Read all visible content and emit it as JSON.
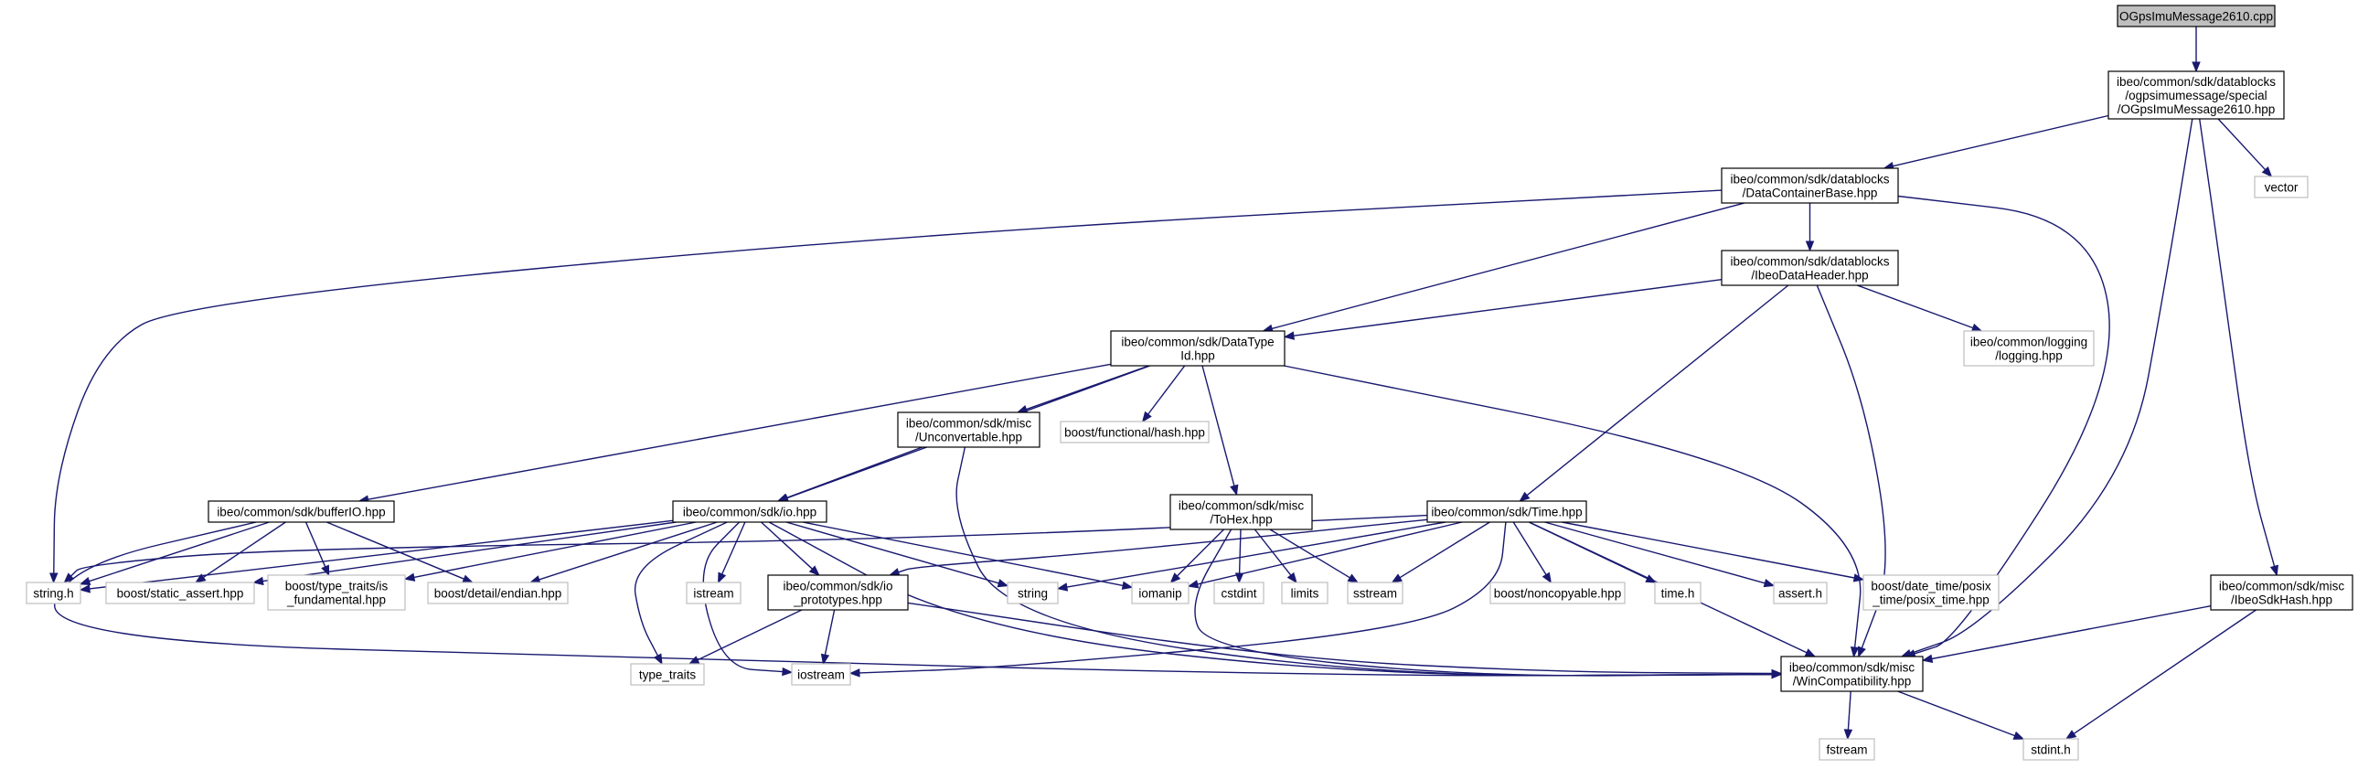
{
  "colors": {
    "edge": "#191970",
    "project_border": "#000000",
    "system_border": "#bfbfbf",
    "root_fill": "#bfbfbf"
  },
  "nodes": {
    "root": {
      "lines": [
        "OGpsImuMessage2610.cpp"
      ],
      "kind": "root"
    },
    "ogps_hpp": {
      "lines": [
        "ibeo/common/sdk/datablocks",
        "/ogpsimumessage/special",
        "/OGpsImuMessage2610.hpp"
      ],
      "kind": "project"
    },
    "vector": {
      "lines": [
        "vector"
      ],
      "kind": "system"
    },
    "dcb": {
      "lines": [
        "ibeo/common/sdk/datablocks",
        "/DataContainerBase.hpp"
      ],
      "kind": "project"
    },
    "idh": {
      "lines": [
        "ibeo/common/sdk/datablocks",
        "/IbeoDataHeader.hpp"
      ],
      "kind": "project"
    },
    "logging": {
      "lines": [
        "ibeo/common/logging",
        "/logging.hpp"
      ],
      "kind": "system"
    },
    "dtid": {
      "lines": [
        "ibeo/common/sdk/DataType",
        "Id.hpp"
      ],
      "kind": "project"
    },
    "unconv": {
      "lines": [
        "ibeo/common/sdk/misc",
        "/Unconvertable.hpp"
      ],
      "kind": "project"
    },
    "bhash": {
      "lines": [
        "boost/functional/hash.hpp"
      ],
      "kind": "system"
    },
    "bufferio": {
      "lines": [
        "ibeo/common/sdk/bufferIO.hpp"
      ],
      "kind": "project"
    },
    "io": {
      "lines": [
        "ibeo/common/sdk/io.hpp"
      ],
      "kind": "project"
    },
    "tohex": {
      "lines": [
        "ibeo/common/sdk/misc",
        "/ToHex.hpp"
      ],
      "kind": "project"
    },
    "time": {
      "lines": [
        "ibeo/common/sdk/Time.hpp"
      ],
      "kind": "project"
    },
    "sdkhash": {
      "lines": [
        "ibeo/common/sdk/misc",
        "/IbeoSdkHash.hpp"
      ],
      "kind": "project"
    },
    "stringh": {
      "lines": [
        "string.h"
      ],
      "kind": "system"
    },
    "bsa": {
      "lines": [
        "boost/static_assert.hpp"
      ],
      "kind": "system"
    },
    "btt": {
      "lines": [
        "boost/type_traits/is",
        "_fundamental.hpp"
      ],
      "kind": "system"
    },
    "bendian": {
      "lines": [
        "boost/detail/endian.hpp"
      ],
      "kind": "system"
    },
    "istream": {
      "lines": [
        "istream"
      ],
      "kind": "system"
    },
    "ioproto": {
      "lines": [
        "ibeo/common/sdk/io",
        "_prototypes.hpp"
      ],
      "kind": "project"
    },
    "string": {
      "lines": [
        "string"
      ],
      "kind": "system"
    },
    "iomanip": {
      "lines": [
        "iomanip"
      ],
      "kind": "system"
    },
    "cstdint": {
      "lines": [
        "cstdint"
      ],
      "kind": "system"
    },
    "limits": {
      "lines": [
        "limits"
      ],
      "kind": "system"
    },
    "sstream": {
      "lines": [
        "sstream"
      ],
      "kind": "system"
    },
    "noncopy": {
      "lines": [
        "boost/noncopyable.hpp"
      ],
      "kind": "system"
    },
    "timeh": {
      "lines": [
        "time.h"
      ],
      "kind": "system"
    },
    "asserth": {
      "lines": [
        "assert.h"
      ],
      "kind": "system"
    },
    "posix": {
      "lines": [
        "boost/date_time/posix",
        "_time/posix_time.hpp"
      ],
      "kind": "system"
    },
    "typetraits": {
      "lines": [
        "type_traits"
      ],
      "kind": "system"
    },
    "iostream": {
      "lines": [
        "iostream"
      ],
      "kind": "system"
    },
    "wincompat": {
      "lines": [
        "ibeo/common/sdk/misc",
        "/WinCompatibility.hpp"
      ],
      "kind": "project"
    },
    "fstream": {
      "lines": [
        "fstream"
      ],
      "kind": "system"
    },
    "stdinth": {
      "lines": [
        "stdint.h"
      ],
      "kind": "system"
    }
  },
  "edges": [
    [
      "root",
      "ogps_hpp"
    ],
    [
      "ogps_hpp",
      "dcb"
    ],
    [
      "ogps_hpp",
      "vector"
    ],
    [
      "ogps_hpp",
      "wincompat"
    ],
    [
      "ogps_hpp",
      "sdkhash"
    ],
    [
      "dcb",
      "stringh"
    ],
    [
      "dcb",
      "dtid"
    ],
    [
      "dcb",
      "idh"
    ],
    [
      "dcb",
      "wincompat"
    ],
    [
      "idh",
      "dtid"
    ],
    [
      "idh",
      "logging"
    ],
    [
      "idh",
      "time"
    ],
    [
      "idh",
      "wincompat"
    ],
    [
      "dtid",
      "bufferio"
    ],
    [
      "dtid",
      "io"
    ],
    [
      "dtid",
      "unconv"
    ],
    [
      "dtid",
      "bhash"
    ],
    [
      "dtid",
      "tohex"
    ],
    [
      "dtid",
      "wincompat"
    ],
    [
      "unconv",
      "io"
    ],
    [
      "unconv",
      "wincompat"
    ],
    [
      "bufferio",
      "stringh"
    ],
    [
      "bufferio",
      "bsa"
    ],
    [
      "bufferio",
      "btt"
    ],
    [
      "bufferio",
      "bendian"
    ],
    [
      "bufferio",
      "wincompat"
    ],
    [
      "io",
      "stringh"
    ],
    [
      "io",
      "bsa"
    ],
    [
      "io",
      "btt"
    ],
    [
      "io",
      "bendian"
    ],
    [
      "io",
      "typetraits"
    ],
    [
      "io",
      "iostream"
    ],
    [
      "io",
      "istream"
    ],
    [
      "io",
      "ioproto"
    ],
    [
      "io",
      "string"
    ],
    [
      "io",
      "iomanip"
    ],
    [
      "io",
      "wincompat"
    ],
    [
      "tohex",
      "wincompat"
    ],
    [
      "tohex",
      "iomanip"
    ],
    [
      "tohex",
      "cstdint"
    ],
    [
      "tohex",
      "limits"
    ],
    [
      "tohex",
      "sstream"
    ],
    [
      "time",
      "stringh"
    ],
    [
      "time",
      "ioproto"
    ],
    [
      "time",
      "string"
    ],
    [
      "time",
      "iomanip"
    ],
    [
      "time",
      "sstream"
    ],
    [
      "time",
      "noncopy"
    ],
    [
      "time",
      "timeh"
    ],
    [
      "time",
      "asserth"
    ],
    [
      "time",
      "posix"
    ],
    [
      "time",
      "iostream"
    ],
    [
      "time",
      "wincompat"
    ],
    [
      "ioproto",
      "typetraits"
    ],
    [
      "ioproto",
      "iostream"
    ],
    [
      "ioproto",
      "wincompat"
    ],
    [
      "sdkhash",
      "wincompat"
    ],
    [
      "sdkhash",
      "stdinth"
    ],
    [
      "wincompat",
      "fstream"
    ],
    [
      "wincompat",
      "stdinth"
    ]
  ]
}
